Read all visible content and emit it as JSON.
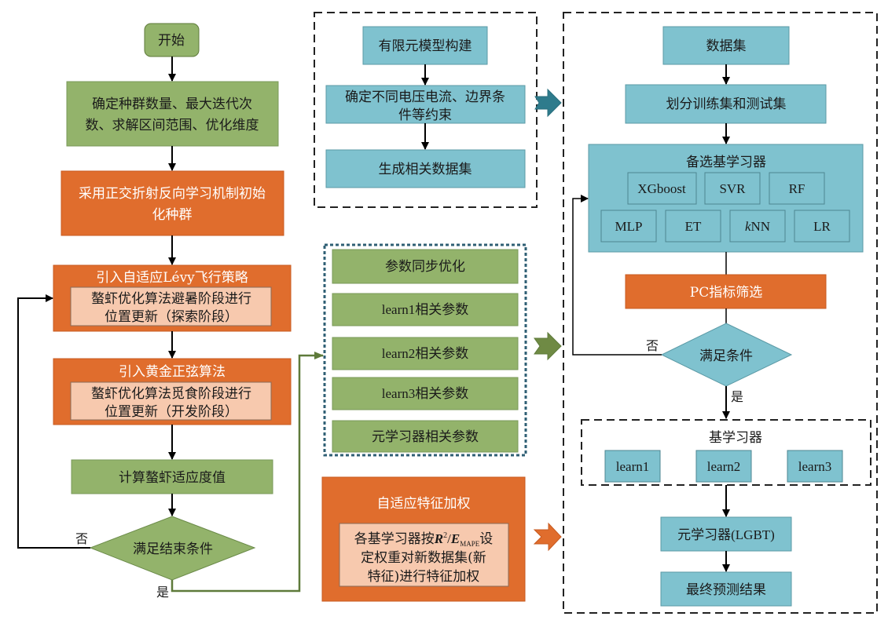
{
  "colors": {
    "green": "#93b36b",
    "green_dark": "#5e7a3a",
    "orange": "#e06d2d",
    "peach": "#f7c9ae",
    "teal": "#7fc2cf",
    "teal_dark": "#2e7b8c",
    "dotted_border": "#2f5f74"
  },
  "left_flow": {
    "start": "开始",
    "init_params": [
      "确定种群数量、最大迭代次",
      "数、求解区间范围、优化维度"
    ],
    "opposition_init": [
      "采用正交折射反向学习机制初始",
      "化种群"
    ],
    "levy": {
      "title": "引入自适应Lévy飞行策略",
      "body": [
        "螯虾优化算法避暑阶段进行",
        "位置更新（探索阶段）"
      ]
    },
    "golden_sine": {
      "title": "引入黄金正弦算法",
      "body": [
        "螯虾优化算法觅食阶段进行",
        "位置更新（开发阶段）"
      ]
    },
    "fitness": "计算螯虾适应度值",
    "end_condition": "满足结束条件",
    "no_label": "否",
    "yes_label": "是"
  },
  "fem_group": {
    "step1": "有限元模型构建",
    "step2": [
      "确定不同电压电流、边界条",
      "件等约束"
    ],
    "step3": "生成相关数据集"
  },
  "param_group": {
    "items": [
      "参数同步优化",
      "learn1相关参数",
      "learn2相关参数",
      "learn3相关参数",
      "元学习器相关参数"
    ]
  },
  "feature_weight": {
    "title": "自适应特征加权",
    "body_prefix": "各基学习器按",
    "formula_r": "R",
    "formula_sup": "2",
    "formula_slash": "/",
    "formula_e": "E",
    "formula_sub": "MAPE",
    "body_suffix": "设",
    "body_lines": [
      "定权重对新数据集(新",
      "特征)进行特征加权"
    ]
  },
  "right_flow": {
    "dataset": "数据集",
    "split": "划分训练集和测试集",
    "candidates_title": "备选基学习器",
    "candidates_row1": [
      "XGboost",
      "SVR",
      "RF"
    ],
    "candidates_row2": [
      "MLP",
      "ET",
      "kNN",
      "LR"
    ],
    "knn_italic": "k",
    "knn_rest": "NN",
    "pc_filter": "PC指标筛选",
    "condition": "满足条件",
    "no_label": "否",
    "yes_label": "是",
    "base_title": "基学习器",
    "base_learners": [
      "learn1",
      "learn2",
      "learn3"
    ],
    "meta": "元学习器(LGBT)",
    "result": "最终预测结果"
  }
}
